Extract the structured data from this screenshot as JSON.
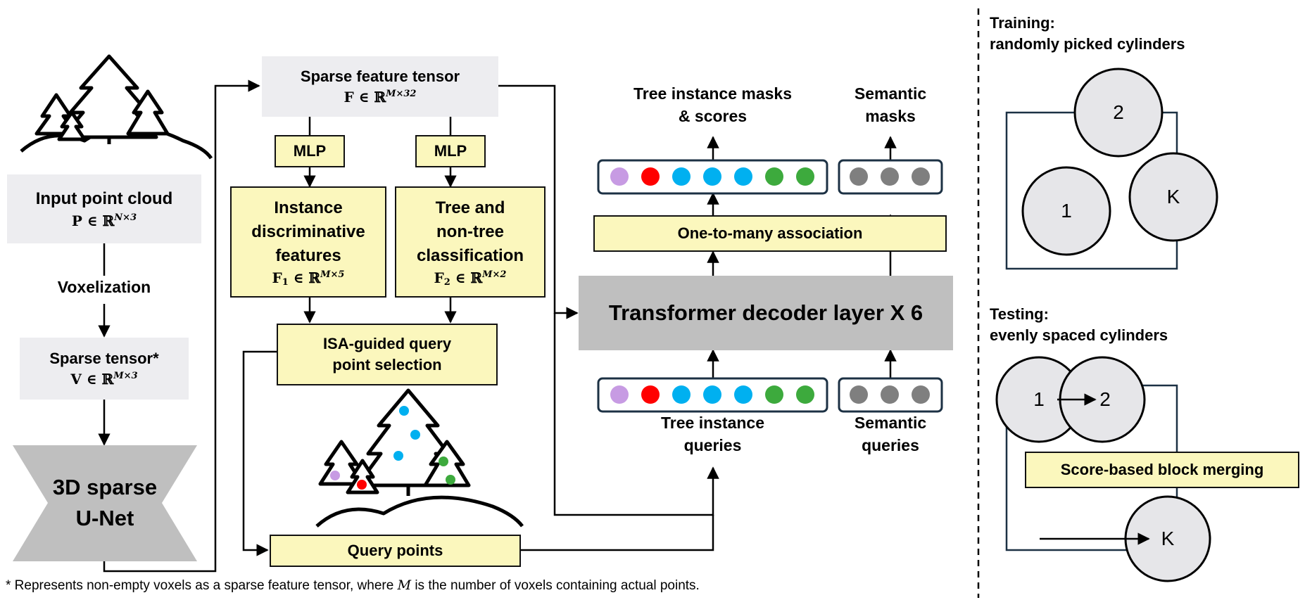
{
  "nodes": {
    "input_cloud": {
      "title": "Input point cloud",
      "sym": "P",
      "set": "ℝ",
      "exp": "N×3"
    },
    "voxelization": "Voxelization",
    "sparse_tensor": {
      "title": "Sparse tensor*",
      "sym": "V",
      "set": "ℝ",
      "exp": "M×3"
    },
    "unet": {
      "line1": "3D sparse",
      "line2": "U-Net"
    },
    "feature_tensor": {
      "title": "Sparse feature tensor",
      "sym": "F",
      "set": "ℝ",
      "exp": "M×32"
    },
    "mlp_left": "MLP",
    "mlp_right": "MLP",
    "inst_feat": {
      "line1": "Instance",
      "line2": "discriminative",
      "line3": "features",
      "sym": "F",
      "sub": "1",
      "set": "ℝ",
      "exp": "M×5"
    },
    "tree_class": {
      "line1": "Tree and",
      "line2": "non-tree",
      "line3": "classification",
      "sym": "F",
      "sub": "2",
      "set": "ℝ",
      "exp": "M×2"
    },
    "isa": {
      "line1": "ISA-guided query",
      "line2": "point selection"
    },
    "query_points": "Query points",
    "decoder": "Transformer decoder layer X 6",
    "association": "One-to-many association",
    "out_instance": {
      "line1": "Tree instance masks",
      "line2": "& scores"
    },
    "out_semantic": {
      "line1": "Semantic",
      "line2": "masks"
    },
    "q_instance": {
      "line1": "Tree instance",
      "line2": "queries"
    },
    "q_semantic": {
      "line1": "Semantic",
      "line2": "queries"
    }
  },
  "token_colors": {
    "instance": [
      "#c79be3",
      "#ff0000",
      "#00b0f0",
      "#00b0f0",
      "#00b0f0",
      "#3daa3d",
      "#3daa3d"
    ],
    "semantic": [
      "#7f7f7f",
      "#7f7f7f",
      "#7f7f7f"
    ]
  },
  "training": {
    "title_line1": "Training:",
    "title_line2": "randomly picked cylinders",
    "circles": [
      "2",
      "1",
      "K"
    ]
  },
  "testing": {
    "title_line1": "Testing:",
    "title_line2": "evenly spaced cylinders",
    "circles": [
      "1",
      "2",
      "K"
    ],
    "merge_label": "Score-based block merging"
  },
  "footnote": {
    "prefix": "* Represents non-empty voxels as a sparse feature tensor, where ",
    "var": "M",
    "suffix": " is the number of voxels containing actual points."
  },
  "in_op": "∈"
}
